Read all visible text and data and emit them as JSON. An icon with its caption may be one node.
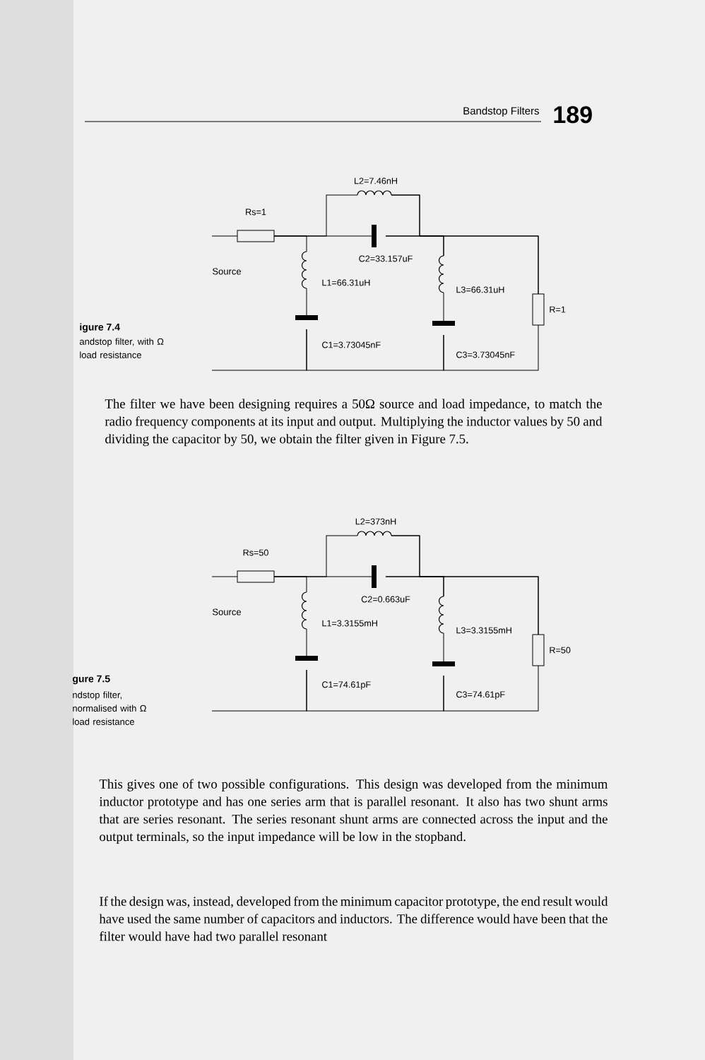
{
  "diagram": {
    "nodes": [
      {
        "text": [
          "Rs=1"
        ]
      },
      {
        "text": [
          "L2=7.46nH"
        ]
      },
      {
        "text": [
          "C2=33.157uF"
        ]
      },
      {
        "text": [
          "L1=66.31uH"
        ]
      },
      {
        "text": [
          "C1=3.73045nF"
        ]
      },
      {
        "text": [
          "L3=66.31uH"
        ]
      },
      {
        "text": [
          "C3=3.73045nF"
        ]
      },
      {
        "text": [
          "R=1"
        ]
      },
      {
        "text": [
          "Rs=50"
        ]
      },
      {
        "text": [
          "L2=373nH"
        ]
      },
      {
        "text": [
          "C2=0.663uF"
        ]
      },
      {
        "text": [
          "L1=3.3155mH"
        ]
      },
      {
        "text": [
          "C1=74.61pF"
        ]
      },
      {
        "text": [
          "L3=3.3155mH"
        ]
      },
      {
        "text": [
          "C3=74.61pF"
        ]
      },
      {
        "text": [
          "R=50"
        ]
      }
    ],
    "edges": [
      {
        "from": null,
        "to": 0,
        "arrow": "none"
      },
      {
        "from": 0,
        "to": 3,
        "arrow": "none"
      },
      {
        "from": 0,
        "to": 1,
        "arrow": "none"
      },
      {
        "from": 0,
        "to": 2,
        "arrow": "none"
      },
      {
        "from": 1,
        "to": 5,
        "arrow": "none"
      },
      {
        "from": 2,
        "to": 5,
        "arrow": "none"
      },
      {
        "from": 1,
        "to": 7,
        "arrow": "none"
      },
      {
        "from": 2,
        "to": 7,
        "arrow": "none"
      },
      {
        "from": 3,
        "to": 4,
        "arrow": "none"
      },
      {
        "from": 5,
        "to": 6,
        "arrow": "none"
      },
      {
        "from": null,
        "to": 4,
        "arrow": "none"
      },
      {
        "from": 4,
        "to": 6,
        "arrow": "none"
      },
      {
        "from": 6,
        "to": 7,
        "arrow": "none"
      },
      {
        "from": null,
        "to": 8,
        "arrow": "none"
      },
      {
        "from": 8,
        "to": 11,
        "arrow": "none"
      },
      {
        "from": 8,
        "to": 9,
        "arrow": "none"
      },
      {
        "from": 8,
        "to": 10,
        "arrow": "none"
      },
      {
        "from": 9,
        "to": 13,
        "arrow": "none"
      },
      {
        "from": 10,
        "to": 13,
        "arrow": "none"
      },
      {
        "from": 9,
        "to": 15,
        "arrow": "none"
      },
      {
        "from": 10,
        "to": 15,
        "arrow": "none"
      },
      {
        "from": 11,
        "to": 12,
        "arrow": "none"
      },
      {
        "from": 13,
        "to": 14,
        "arrow": "none"
      },
      {
        "from": null,
        "to": 12,
        "arrow": "none"
      },
      {
        "from": 12,
        "to": 14,
        "arrow": "none"
      },
      {
        "from": 14,
        "to": 15,
        "arrow": "none"
      }
    ],
    "labels": [
      "Bandstop Filters",
      "189",
      "Source",
      "igure 7.4",
      "andstop filter, with Ω load resistance",
      "The filter we have been designing requires a 50Ω source and load impedance, to match the radio frequency components at its input and output. Multiplying the inductor values by 50 and dividing the capacitor by 50, we obtain the filter given in Figure 7.5.",
      "Source",
      "gure 7.5",
      "ndstop filter, normalised with Ω load resistance",
      "This gives one of two possible configurations. This design was developed from the minimum inductor prototype and has one series arm that is parallel resonant. It also has two shunt arms that are series resonant. The series resonant shunt arms are connected across the input and the output terminals, so the input impedance will be low in the stopband.",
      "If the design was, instead, developed from the minimum capacitor prototype, the end result would have used the same number of capacitors and inductors. The difference would have been that the filter would have had two parallel resonant"
    ]
  }
}
